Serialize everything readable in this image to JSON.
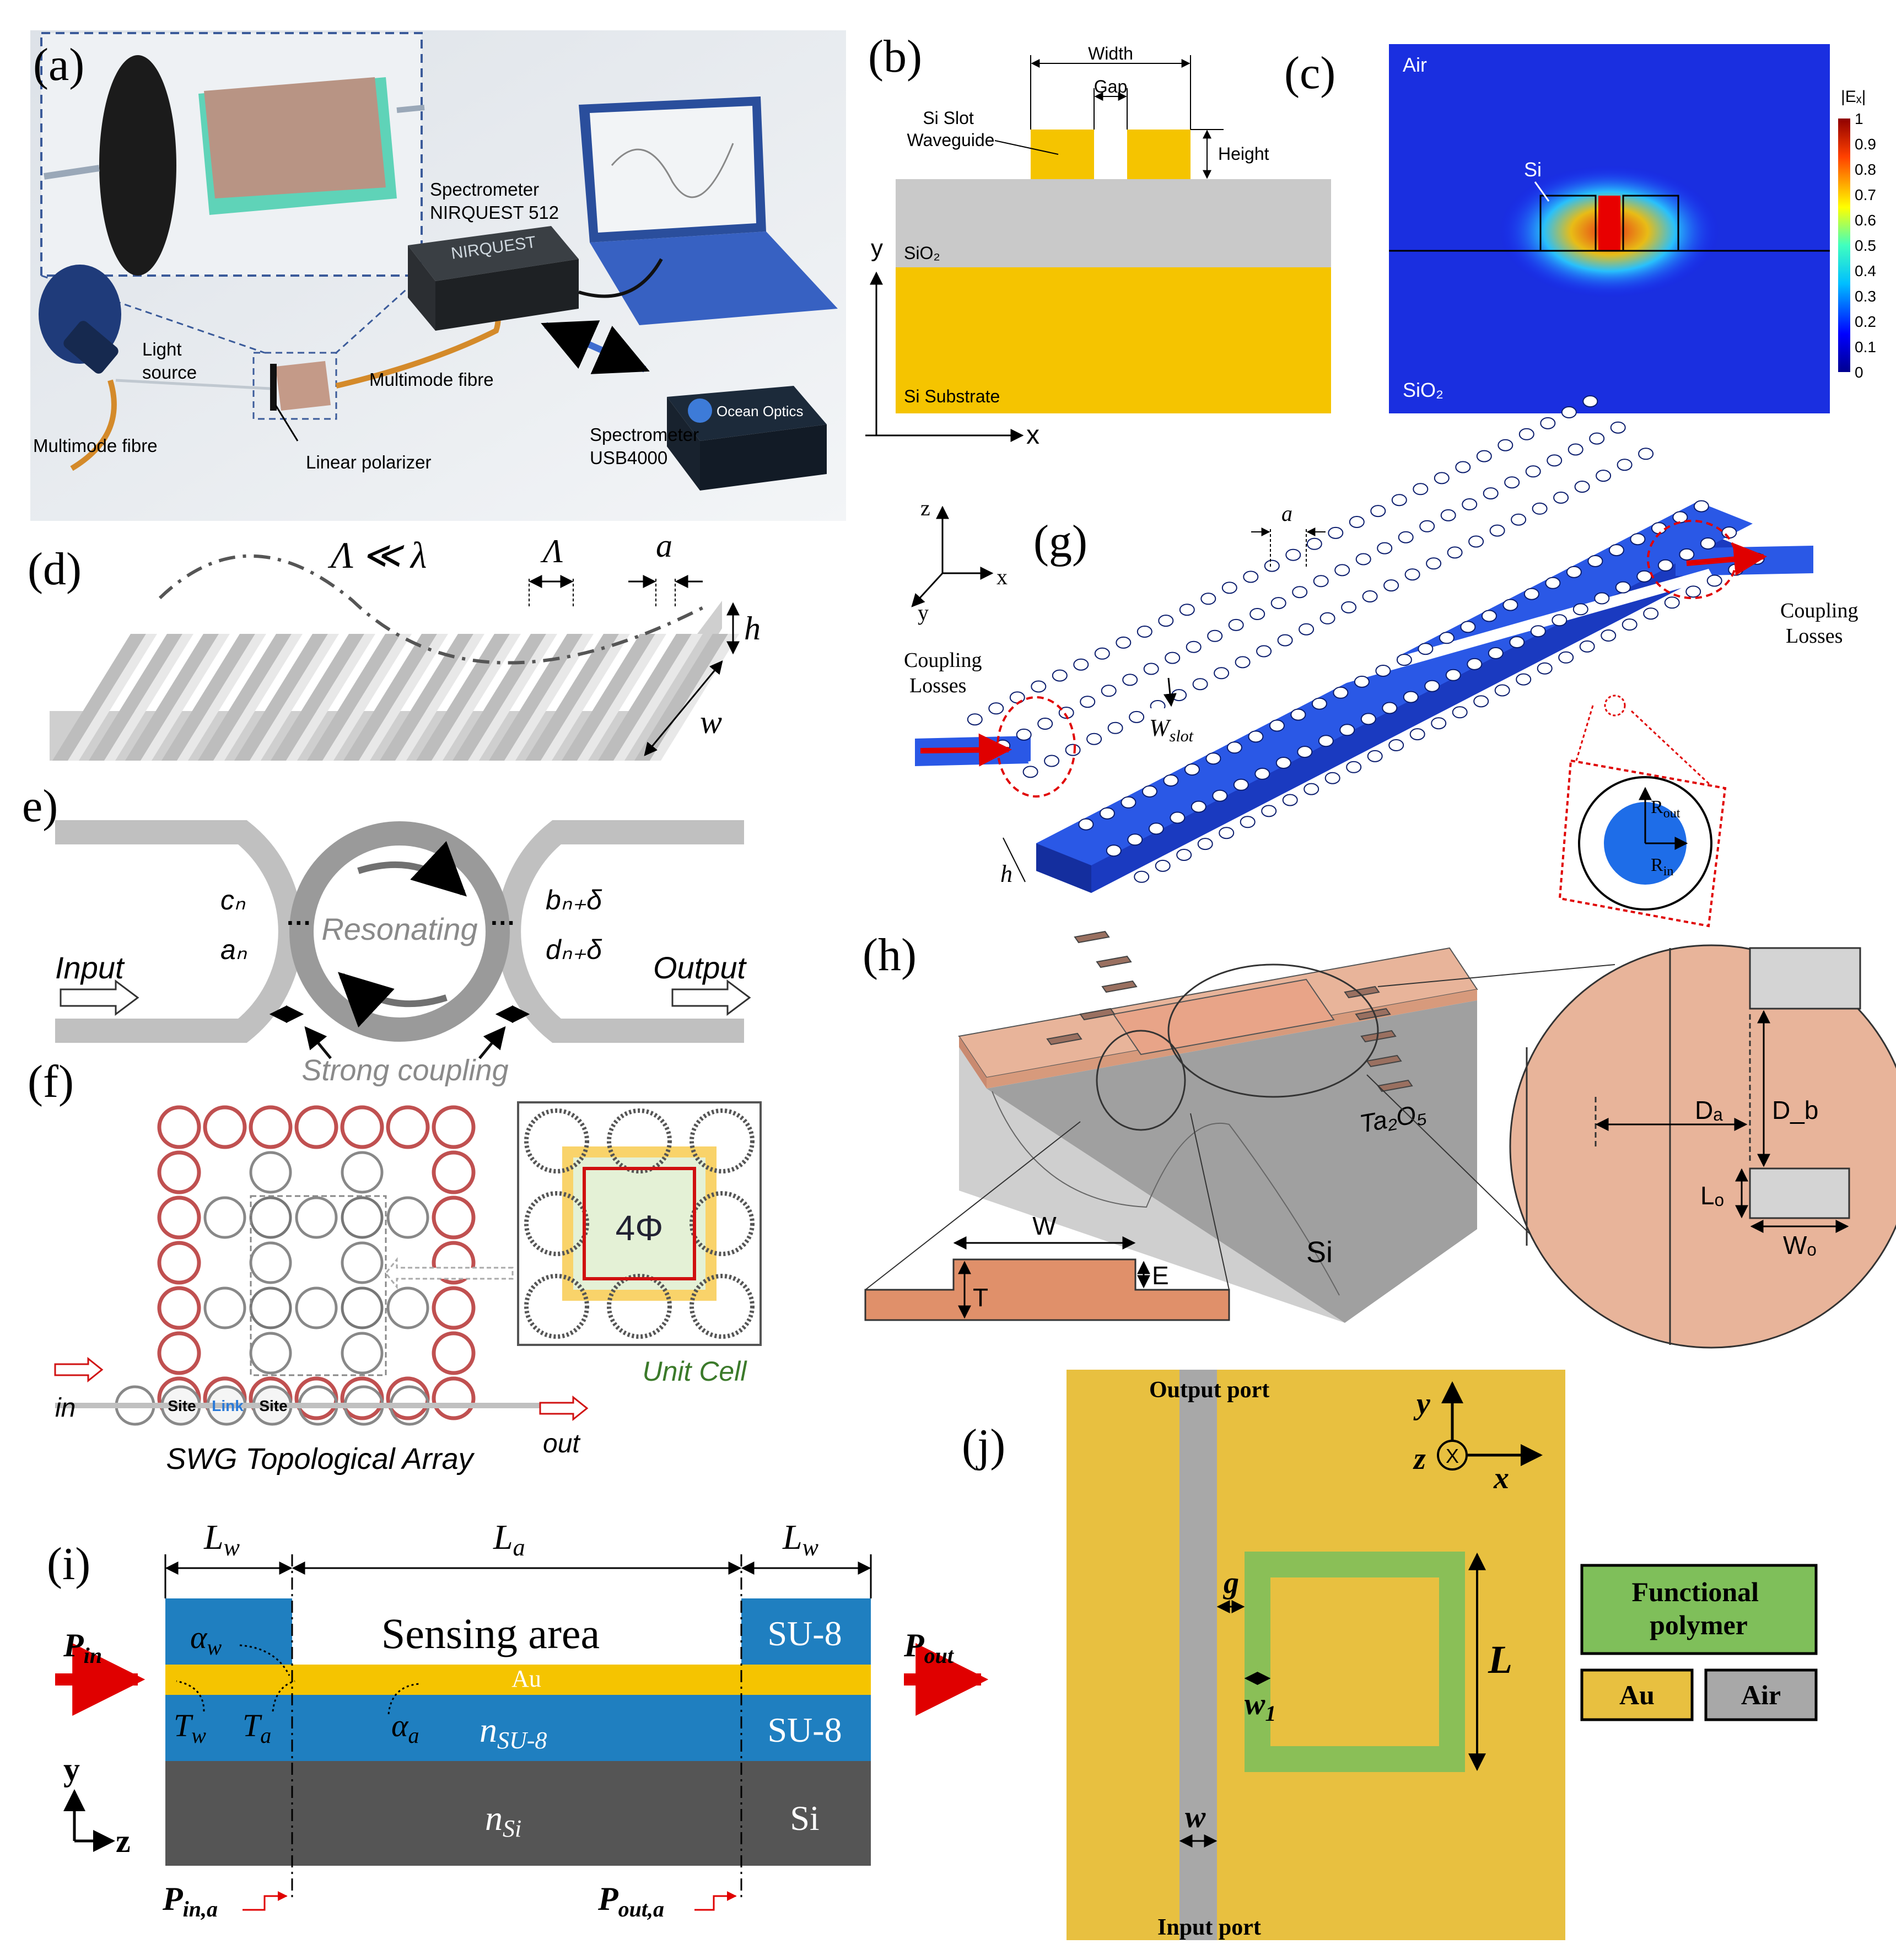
{
  "panels": {
    "a": {
      "label": "(a)",
      "spectrometer_top": [
        "Spectrometer",
        "NIRQUEST 512"
      ],
      "light_source": [
        "Light",
        "source"
      ],
      "multimode_fibre_right": "Multimode fibre",
      "multimode_fibre_left": "Multimode fibre",
      "linear_polarizer": "Linear polarizer",
      "spectrometer_bottom": [
        "Spectrometer",
        "USB4000"
      ],
      "device_brand": "NIRQUEST",
      "device_brand2": "Ocean Optics"
    },
    "b": {
      "label": "(b)",
      "width": "Width",
      "gap": "Gap",
      "si_slot": [
        "Si Slot",
        "Waveguide"
      ],
      "height": "Height",
      "sio2": "SiO₂",
      "si_substrate": "Si Substrate",
      "axis_y": "y",
      "axis_x": "x"
    },
    "c": {
      "label": "(c)",
      "air": "Air",
      "si": "Si",
      "sio2": "SiO₂",
      "colorbar_title": "|Eₓ|",
      "colorbar_ticks": [
        "1",
        "0.9",
        "0.8",
        "0.7",
        "0.6",
        "0.5",
        "0.4",
        "0.3",
        "0.2",
        "0.1",
        "0"
      ]
    },
    "d": {
      "label": "(d)",
      "relation": "Λ ≪ λ",
      "period": "Λ",
      "a": "a",
      "h": "h",
      "w": "w"
    },
    "e": {
      "label": "e)",
      "cn": "cₙ",
      "an": "aₙ",
      "resonating": "Resonating",
      "bn": "bₙ₊δ",
      "dn": "dₙ₊δ",
      "input": "Input",
      "output": "Output",
      "strong_coupling": "Strong coupling"
    },
    "f": {
      "label": "(f)",
      "phase": "4Φ",
      "unit_cell": "Unit Cell",
      "site": "Site",
      "link": "Link",
      "in": "in",
      "out": "out",
      "array": "SWG Topological Array"
    },
    "g": {
      "label": "(g)",
      "a": "a",
      "coupling_left": [
        "Coupling",
        "Losses"
      ],
      "coupling_right": [
        "Coupling",
        "Losses"
      ],
      "wslot": "W",
      "wslot_sub": "slot",
      "h": "h",
      "rout": "R",
      "rout_sub": "out",
      "rin": "R",
      "rin_sub": "in",
      "axis_z": "z",
      "axis_x": "x",
      "axis_y": "y"
    },
    "h": {
      "label": "(h)",
      "ta2o5": "Ta₂O₅",
      "si": "Si",
      "w": "W",
      "t": "T",
      "e": "E",
      "da": "Dₐ",
      "db": "D_b",
      "lo": "Lₒ",
      "wo": "Wₒ"
    },
    "i": {
      "label": "(i)",
      "lw_left": "L",
      "lw_sub": "w",
      "la": "L",
      "la_sub": "a",
      "lw_right": "L",
      "sensing": "Sensing area",
      "su8_top": "SU-8",
      "au": "Au",
      "su8_mid": "SU-8",
      "si": "Si",
      "alpha_w": "α",
      "alpha_w_sub": "w",
      "alpha_a": "α",
      "alpha_a_sub": "a",
      "tw": "T",
      "tw_sub": "w",
      "ta": "T",
      "ta_sub": "a",
      "n_su8": "n",
      "n_su8_sub": "SU-8",
      "n_si": "n",
      "n_si_sub": "Si",
      "pin": "P",
      "pin_sub": "in",
      "pout": "P",
      "pout_sub": "out",
      "pina": "P",
      "pina_sub": "in,a",
      "pouta": "P",
      "pouta_sub": "out,a",
      "axis_y": "y",
      "axis_z": "z"
    },
    "j": {
      "label": "(j)",
      "output_port": "Output port",
      "input_port": "Input port",
      "g": "g",
      "w1": "w",
      "w1_sub": "1",
      "w": "w",
      "L": "L",
      "axis_y": "y",
      "axis_z": "z",
      "axis_x": "x",
      "legend_polymer": [
        "Functional",
        "polymer"
      ],
      "legend_au": "Au",
      "legend_air": "Air"
    }
  },
  "colors": {
    "gold": "#f5c400",
    "sio2_gray": "#c9c9c9",
    "g_blue": "#2a58e6",
    "h_ta2o5": "#e8b49a",
    "i_blue": "#1f7fc0",
    "i_gold": "#f5c400",
    "i_dark": "#555555",
    "j_gold": "#e8c040",
    "j_green": "#7fbf5a",
    "j_gray": "#a8a8a8"
  }
}
